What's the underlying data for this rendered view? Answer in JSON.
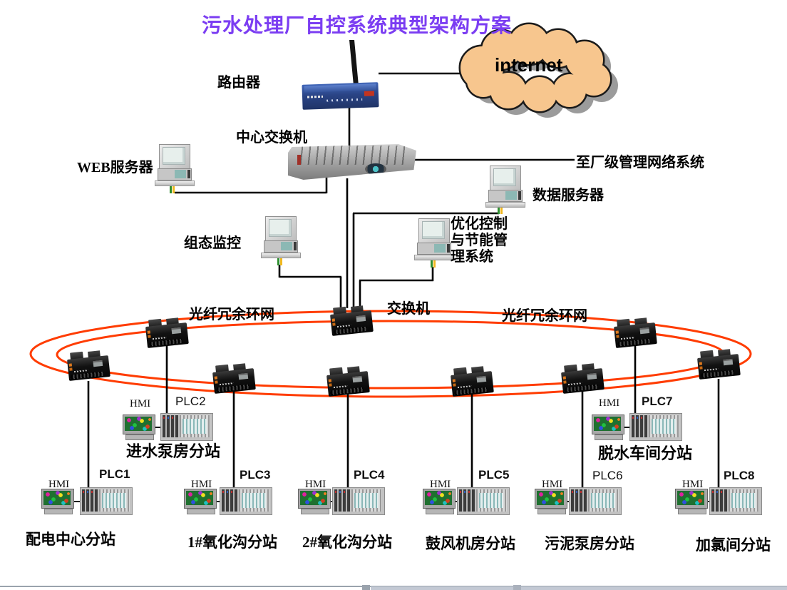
{
  "title": "污水处理厂自控系统典型架构方案",
  "internet_label": "internet",
  "labels": {
    "router": "路由器",
    "central_switch": "中心交换机",
    "web_server": "WEB服务器",
    "to_plant_network": "至厂级管理网络系统",
    "data_server": "数据服务器",
    "scada_monitor": "组态监控",
    "optimization_line1": "优化控制",
    "optimization_line2": "与节能管",
    "optimization_line3": "理系统",
    "ring_switch": "交换机",
    "fiber_ring_left": "光纤冗余环网",
    "fiber_ring_right": "光纤冗余环网"
  },
  "colors": {
    "title": "#7b3df2",
    "ring": "#ff3c00",
    "cloud_fill": "#f7c68e",
    "cloud_shadow": "#9b9b9b",
    "cable_green": "#2f8f2f",
    "cable_yellow": "#f0b820"
  },
  "stations": [
    {
      "plc": "PLC1",
      "plc_bold": true,
      "hmi": "HMI",
      "name": "配电中心分站"
    },
    {
      "plc": "PLC2",
      "plc_bold": false,
      "hmi": "HMI",
      "name": "进水泵房分站"
    },
    {
      "plc": "PLC3",
      "plc_bold": true,
      "hmi": "HMI",
      "name": "1#氧化沟分站"
    },
    {
      "plc": "PLC4",
      "plc_bold": true,
      "hmi": "HMI",
      "name": "2#氧化沟分站"
    },
    {
      "plc": "PLC5",
      "plc_bold": true,
      "hmi": "HMI",
      "name": "鼓风机房分站"
    },
    {
      "plc": "PLC6",
      "plc_bold": false,
      "hmi": "HMI",
      "name": "污泥泵房分站"
    },
    {
      "plc": "PLC7",
      "plc_bold": true,
      "hmi": "HMI",
      "name": "脱水车间分站"
    },
    {
      "plc": "PLC8",
      "plc_bold": true,
      "hmi": "HMI",
      "name": "加氯间分站"
    }
  ]
}
